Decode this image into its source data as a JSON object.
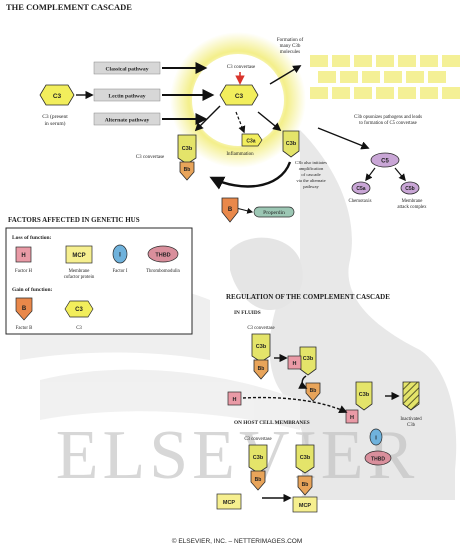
{
  "colors": {
    "c3_yellow": "#f2ee5c",
    "c3b_yellow": "#e4e46a",
    "bb_orange": "#e8a45a",
    "factor_b_orange": "#e9884a",
    "factor_h_pink": "#e99aa6",
    "mcp_yellow": "#f6ef8f",
    "factor_i_blue": "#6fb2dc",
    "thrombomodulin_pink": "#d98f9c",
    "c5_purple": "#c9a6d6",
    "pathway_box": "#d7d7d7",
    "glow": "#f3ee84",
    "watermark_gray": "#bdbdbd",
    "properdin_green": "#9cc7b4"
  },
  "title": "THE COMPLEMENT CASCADE",
  "c3_serum": {
    "c3": "C3",
    "label_line1": "C3 (present",
    "label_line2": "in serum)"
  },
  "pathways": {
    "classical": "Classical pathway",
    "lectin": "Lectin pathway",
    "alternate": "Alternate pathway"
  },
  "cascade": {
    "c3_convertase_top": "C3 convertase",
    "c3_center": "C3",
    "formation_line1": "Formation of",
    "formation_line2": "many C3b",
    "formation_line3": "molecules",
    "c3b": "C3b",
    "bb": "Bb",
    "c3a": "C3a",
    "inflammation": "Inflammation",
    "c3_convertase_left": "C3 convertase",
    "c3b_right": "C3b",
    "amplification_line1": "C3b also initiates",
    "amplification_line2": "amplification",
    "amplification_line3": "of cascade",
    "amplification_line4": "via the alternate",
    "amplification_line5": "pathway",
    "opsonize_line1": "C3b opsonizes pathogens and leads",
    "opsonize_line2": "to formation of C5 convertase",
    "c5": "C5",
    "c5a": "C5a",
    "c5b": "C5b",
    "chemotaxis": "Chemotaxis",
    "mac_line1": "Membrane",
    "mac_line2": "attack complex",
    "factor_b": "B",
    "properdin": "Properdin"
  },
  "hus_box": {
    "title": "FACTORS AFFECTED IN GENETIC HUS",
    "loss_heading": "Loss of function:",
    "h": "H",
    "factor_h_label": "Factor H",
    "mcp": "MCP",
    "mcp_label_line1": "Membrane",
    "mcp_label_line2": "cofactor protein",
    "i": "I",
    "factor_i_label": "Factor I",
    "thbd": "THBD",
    "thbd_label": "Thrombomodulin",
    "gain_heading": "Gain of function:",
    "b": "B",
    "factor_b_label": "Factor B",
    "c3": "C3",
    "c3_label": "C3"
  },
  "regulation": {
    "title": "REGULATION OF THE COMPLEMENT CASCADE",
    "in_fluids": "IN FLUIDS",
    "c3_convertase_a": "C3 convertase",
    "c3b": "C3b",
    "bb": "Bb",
    "h": "H",
    "i": "I",
    "thbd": "THBD",
    "inactivated_line1": "Inactivated",
    "inactivated_line2": "C3b",
    "on_host": "ON HOST CELL MEMBRANES",
    "c3_convertase_b": "C3 convertase",
    "mcp": "MCP"
  },
  "watermark": "ELSEVIER",
  "footer": "© ELSEVIER, INC. – NETTERIMAGES.COM"
}
